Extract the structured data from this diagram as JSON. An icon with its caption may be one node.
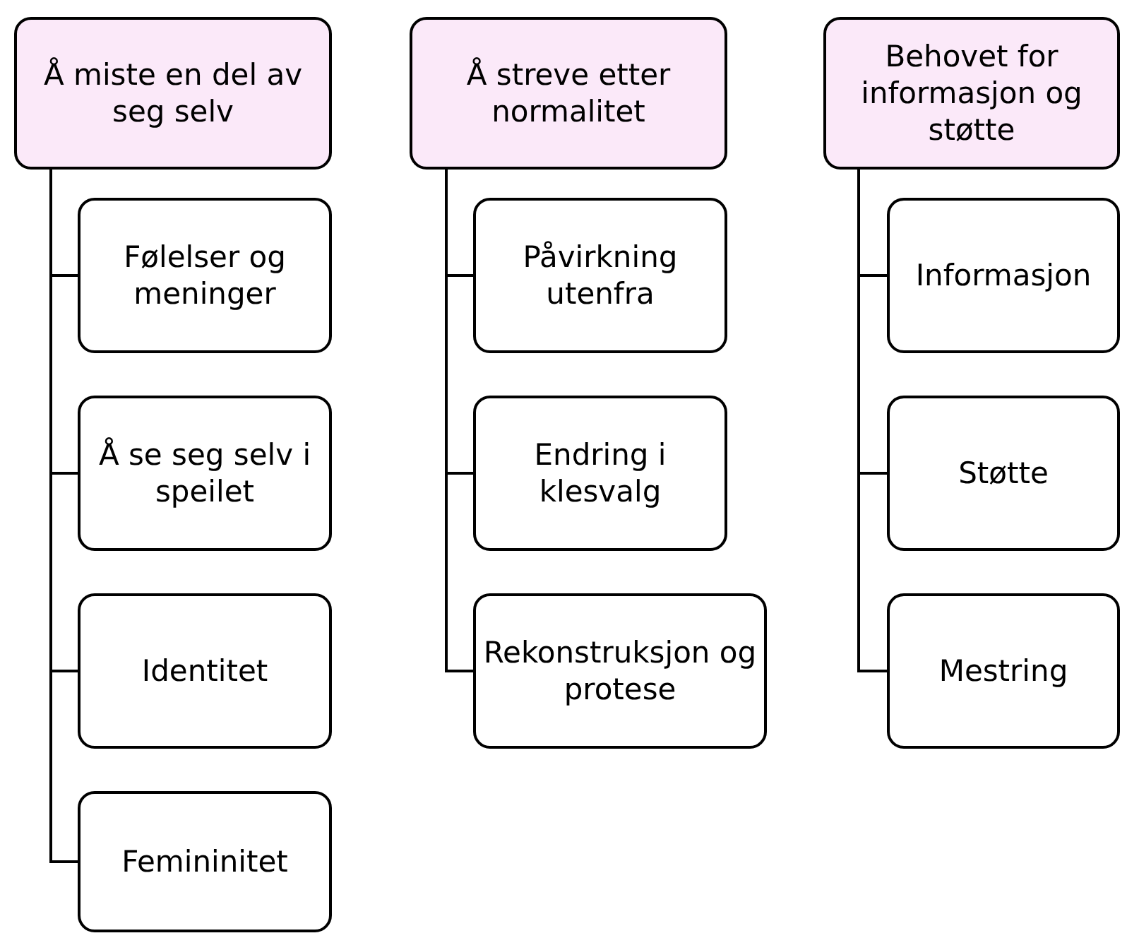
{
  "diagram": {
    "nodes": [
      {
        "text": [
          "Å miste en del av seg selv"
        ]
      },
      {
        "text": [
          "Følelser og meninger"
        ]
      },
      {
        "text": [
          "Å se seg selv i speilet"
        ]
      },
      {
        "text": [
          "Identitet"
        ]
      },
      {
        "text": [
          "Femininitet"
        ]
      },
      {
        "text": [
          "Å streve etter normalitet"
        ]
      },
      {
        "text": [
          "Påvirkning utenfra"
        ]
      },
      {
        "text": [
          "Endring i klesvalg"
        ]
      },
      {
        "text": [
          "Rekonstruksjon og protese"
        ]
      },
      {
        "text": [
          "Behovet for informasjon og støtte"
        ]
      },
      {
        "text": [
          "Informasjon"
        ]
      },
      {
        "text": [
          "Støtte"
        ]
      },
      {
        "text": [
          "Mestring"
        ]
      }
    ],
    "edges": [
      {
        "from": 0,
        "to": 1,
        "arrow": "none"
      },
      {
        "from": 0,
        "to": 2,
        "arrow": "none"
      },
      {
        "from": 0,
        "to": 3,
        "arrow": "none"
      },
      {
        "from": 0,
        "to": 4,
        "arrow": "none"
      },
      {
        "from": 5,
        "to": 6,
        "arrow": "none"
      },
      {
        "from": 5,
        "to": 7,
        "arrow": "none"
      },
      {
        "from": 5,
        "to": 8,
        "arrow": "none"
      },
      {
        "from": 9,
        "to": 10,
        "arrow": "none"
      },
      {
        "from": 9,
        "to": 11,
        "arrow": "none"
      },
      {
        "from": 9,
        "to": 12,
        "arrow": "none"
      }
    ]
  }
}
